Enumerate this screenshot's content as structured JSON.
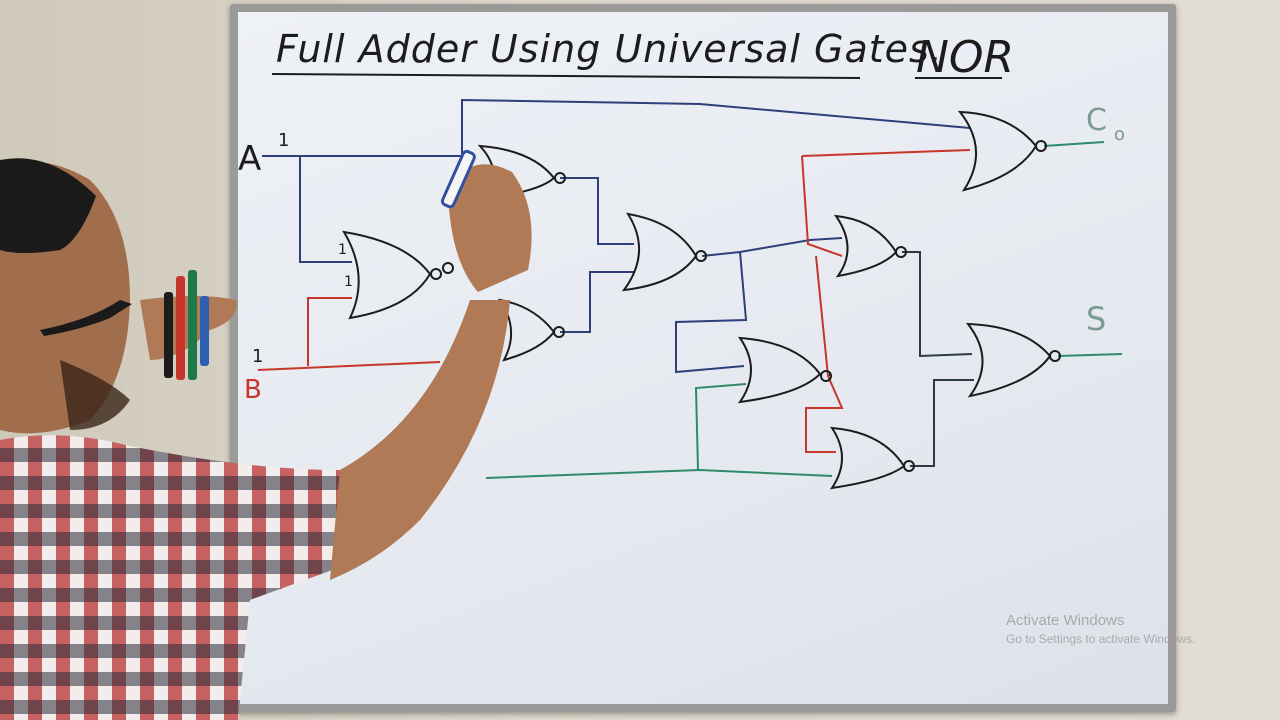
{
  "title": "Full Adder Using Universal Gates.",
  "gate_type": "NOR",
  "labels": {
    "input_a": "A",
    "input_b": "B",
    "bit_a": "1",
    "bit_b": "1",
    "bit_gate1_top": "1",
    "bit_gate1_bottom": "1",
    "carry_out": "C",
    "carry_sub": "o",
    "sum": "S"
  },
  "watermark": {
    "line1": "Activate Windows",
    "line2": "Go to Settings to activate Windows."
  },
  "colors": {
    "wire_blue": "#2f3f7a",
    "wire_red": "#c8352a",
    "wire_green": "#2f8a6a",
    "marker_ink": "#1c1c1c"
  }
}
